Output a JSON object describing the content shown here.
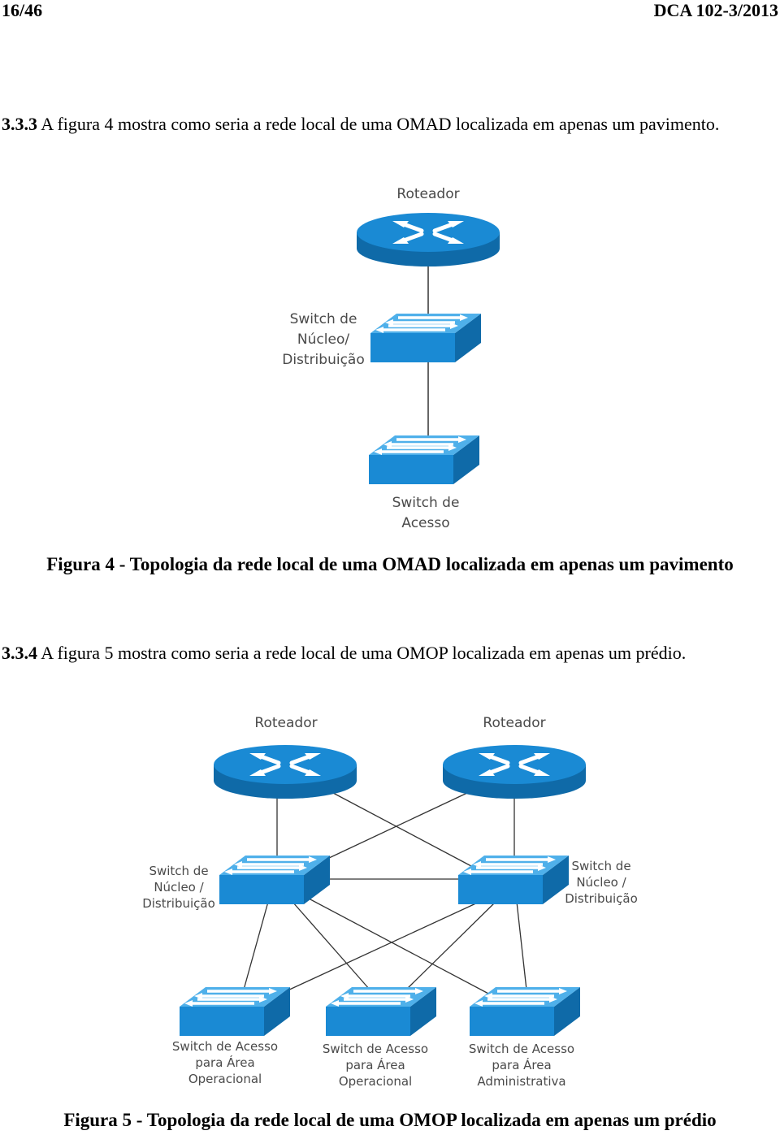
{
  "header": {
    "page": "16/46",
    "doc": "DCA 102-3/2013"
  },
  "section_333": {
    "number": "3.3.3",
    "text": " A figura 4 mostra como seria a rede local de uma OMAD localizada em apenas um pavimento."
  },
  "figure4": {
    "router_label": "Roteador",
    "core_switch_label": [
      "Switch de",
      "Núcleo/",
      "Distribuição"
    ],
    "access_switch_label": [
      "Switch de",
      "Acesso"
    ],
    "caption": "Figura 4 - Topologia da rede local de uma OMAD localizada em apenas um pavimento"
  },
  "section_334": {
    "number": "3.3.4",
    "text": " A figura 5 mostra como seria a rede local de uma OMOP localizada em apenas um prédio."
  },
  "figure5": {
    "router_left_label": "Roteador",
    "router_right_label": "Roteador",
    "core_left_label": [
      "Switch de",
      "Núcleo /",
      "Distribuição"
    ],
    "core_right_label": [
      "Switch de",
      "Núcleo /",
      "Distribuição"
    ],
    "access1_label": [
      "Switch de Acesso",
      "para Área",
      "Operacional"
    ],
    "access2_label": [
      "Switch de Acesso",
      "para Área",
      "Operacional"
    ],
    "access3_label": [
      "Switch de Acesso",
      "para Área",
      "Administrativa"
    ],
    "caption": "Figura 5 - Topologia da rede local de uma OMOP localizada em apenas um prédio"
  },
  "colors": {
    "device_blue": "#1a8ad4",
    "device_dark": "#0f6aa8",
    "device_light": "#4fb0ea"
  }
}
